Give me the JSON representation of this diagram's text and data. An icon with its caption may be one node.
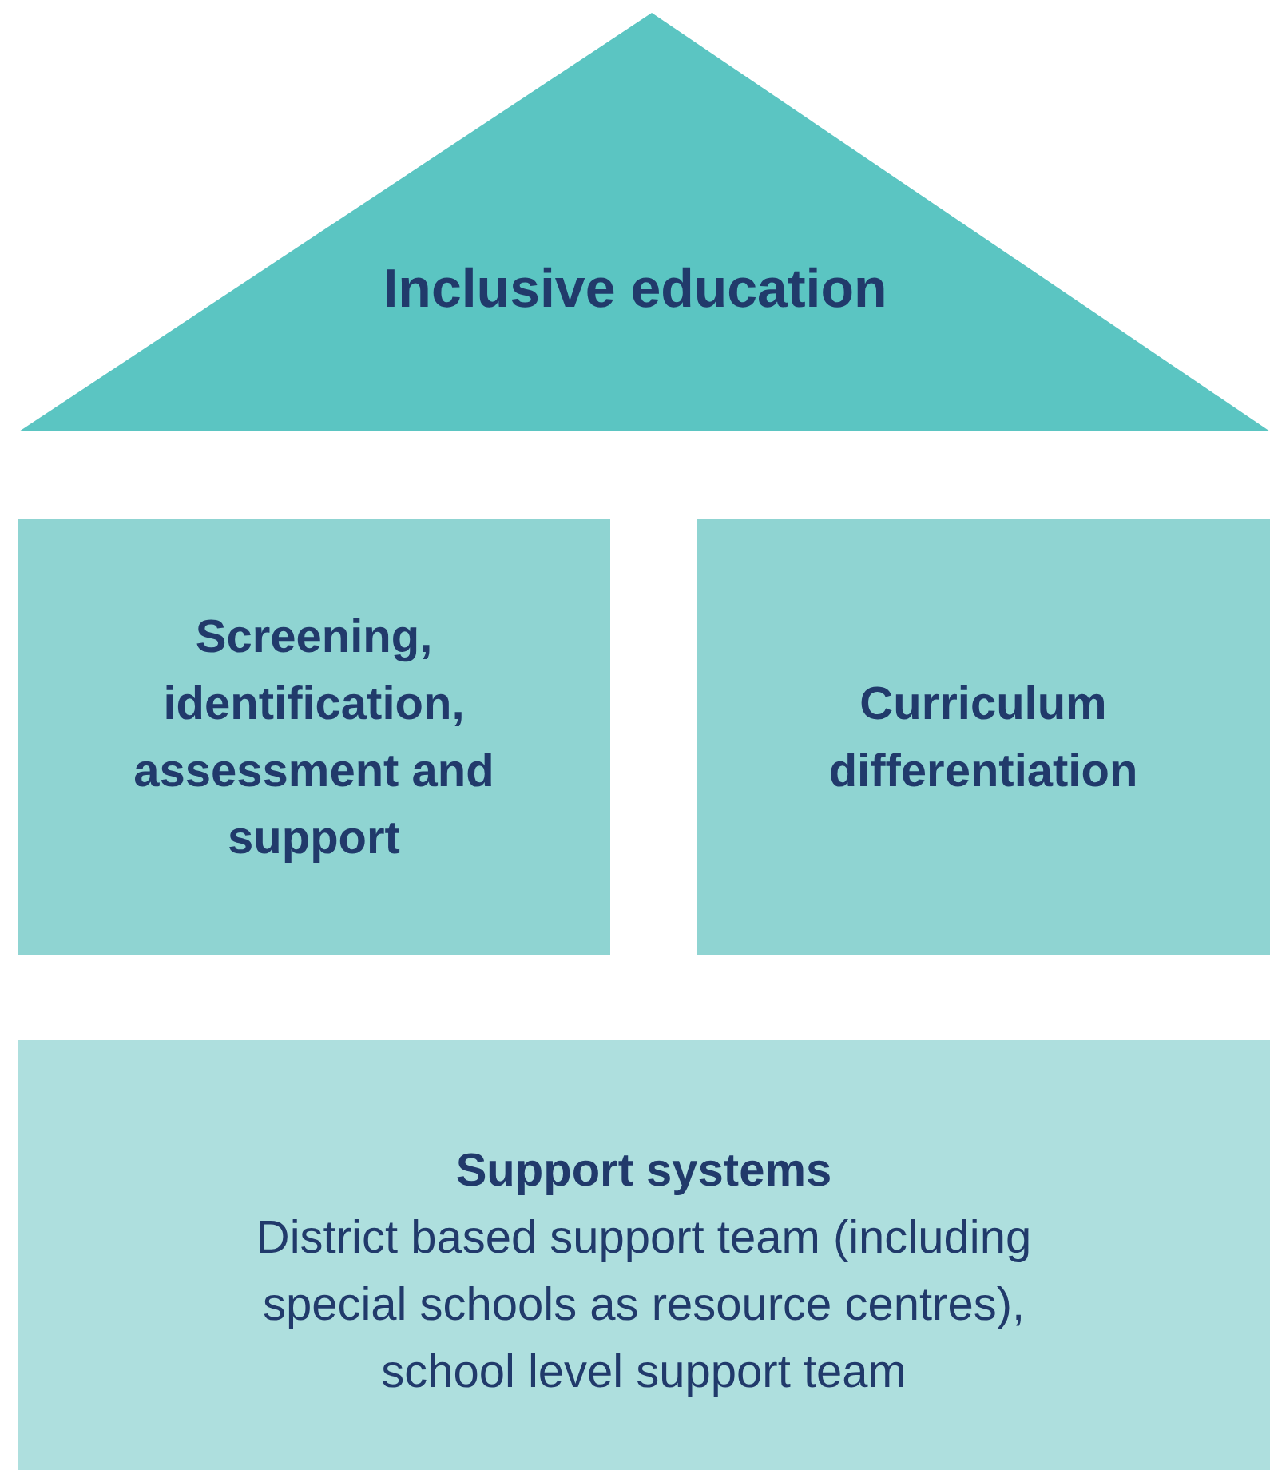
{
  "diagram": {
    "nodes": [
      {
        "text": [
          "Inclusive education"
        ]
      },
      {
        "text": [
          "Screening, identification, assessment and support"
        ]
      },
      {
        "text": [
          "Curriculum differentiation"
        ]
      },
      {
        "text": [
          "Support systems",
          "District based support team (including special schools as resource centres), school level support team"
        ]
      }
    ]
  }
}
